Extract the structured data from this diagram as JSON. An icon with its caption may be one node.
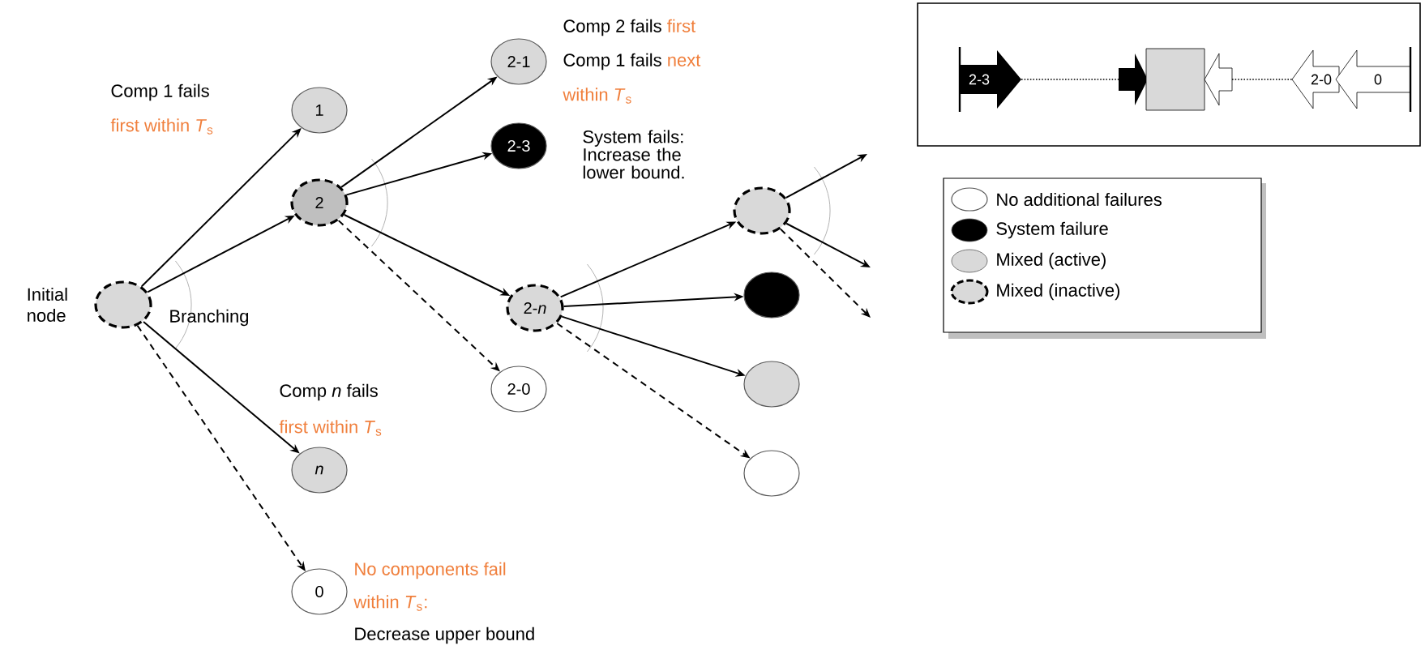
{
  "diagram": {
    "nodes": [
      {
        "text": [
          "Initial node"
        ]
      },
      {
        "text": [
          "1"
        ],
        "beside": [
          "Comp 1 fails",
          "first within *T*$_{s}$"
        ]
      },
      {
        "text": [
          "2"
        ]
      },
      {
        "text": [
          "n"
        ],
        "beside": [
          "Comp *n* fails",
          "first within *T*$_{s}$"
        ]
      },
      {
        "text": [
          "0"
        ],
        "beside": [
          "No components fail",
          "within *T*$_{s}$:",
          "Decrease upper bound"
        ]
      },
      {
        "text": [
          "2-1"
        ],
        "beside": [
          "Comp 2 fails",
          "first",
          "Comp 1 fails",
          "next",
          "within *T*$_{s}$"
        ]
      },
      {
        "text": [
          "2-3"
        ],
        "beside": [
          "System fails: Increase the lower bound."
        ]
      },
      {
        "text": [
          "2-*n*"
        ]
      },
      {
        "text": [
          "2-0"
        ]
      },
      {
        "text": [],
        "shape": "circle"
      },
      {
        "text": [],
        "shape": "circle"
      },
      {
        "text": [],
        "shape": "circle"
      },
      {
        "text": [],
        "shape": "circle"
      }
    ],
    "edges": [
      {
        "from": 0,
        "to": 1,
        "arrow": "to"
      },
      {
        "from": 0,
        "to": 2,
        "arrow": "to"
      },
      {
        "from": 0,
        "to": 3,
        "arrow": "to"
      },
      {
        "from": 0,
        "to": 4,
        "arrow": "to",
        "style": "dashed"
      },
      {
        "from": 2,
        "to": 5,
        "arrow": "to"
      },
      {
        "from": 2,
        "to": 6,
        "arrow": "to"
      },
      {
        "from": 2,
        "to": 7,
        "arrow": "to"
      },
      {
        "from": 2,
        "to": 8,
        "arrow": "to",
        "style": "dashed"
      },
      {
        "from": 7,
        "to": 9,
        "arrow": "to"
      },
      {
        "from": 7,
        "to": 10,
        "arrow": "to"
      },
      {
        "from": 7,
        "to": 11,
        "arrow": "to"
      },
      {
        "from": 7,
        "to": 12,
        "arrow": "to",
        "style": "dashed"
      },
      {
        "from": 9,
        "to": null,
        "arrow": "to"
      },
      {
        "from": 9,
        "to": null,
        "arrow": "to"
      },
      {
        "from": 9,
        "to": null,
        "arrow": "to",
        "style": "dashed"
      }
    ],
    "labels": [
      "Branching",
      "2-3",
      "2-0",
      "0"
    ],
    "legend": [
      {
        "text": "No additional failures"
      },
      {
        "text": "System failure",
        "color": "#000000"
      },
      {
        "text": "Mixed (active)",
        "color": "#d9d9d9"
      },
      {
        "text": "Mixed (inactive)"
      }
    ]
  }
}
